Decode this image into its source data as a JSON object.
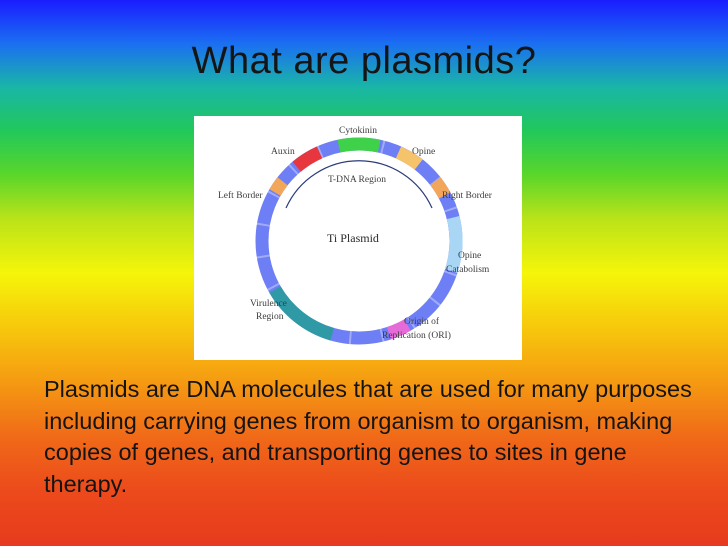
{
  "slide": {
    "title": "What are plasmids?",
    "body": "Plasmids are DNA molecules that are used for many purposes including carrying genes from organism to organism, making copies of genes, and transporting genes to sites in gene therapy."
  },
  "diagram": {
    "center_label": "Ti Plasmid",
    "t_dna_label": "T-DNA Region",
    "labels": {
      "cytokinin": "Cytokinin",
      "auxin": "Auxin",
      "opine": "Opine",
      "left_border": "Left Border",
      "right_border": "Right Border",
      "opine_catabolism_1": "Opine",
      "opine_catabolism_2": "Catabolism",
      "virulence_1": "Virulence",
      "virulence_2": "Region",
      "ori_1": "Origin of",
      "ori_2": "Replication (ORI)"
    },
    "colors": {
      "ring": "#6e7ef5",
      "cytokinin": "#3fd14a",
      "auxin": "#e8363e",
      "opine": "#f4c36a",
      "left_border": "#f2a65a",
      "right_border": "#f2a65a",
      "opine_catabolism": "#a9d6f5",
      "virulence": "#2f9aa6",
      "ori": "#e66ad8"
    }
  }
}
